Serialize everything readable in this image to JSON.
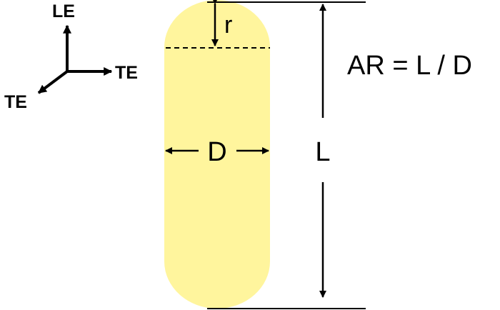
{
  "colors": {
    "capsule_fill": "#FFF59D",
    "line": "#000000",
    "background": "#FFFFFF"
  },
  "axes": {
    "le_label": "LE",
    "te_right_label": "TE",
    "te_diag_label": "TE"
  },
  "capsule": {
    "radius_label": "r",
    "diameter_label": "D",
    "length_label": "L"
  },
  "formula": {
    "text": "AR = L / D"
  }
}
